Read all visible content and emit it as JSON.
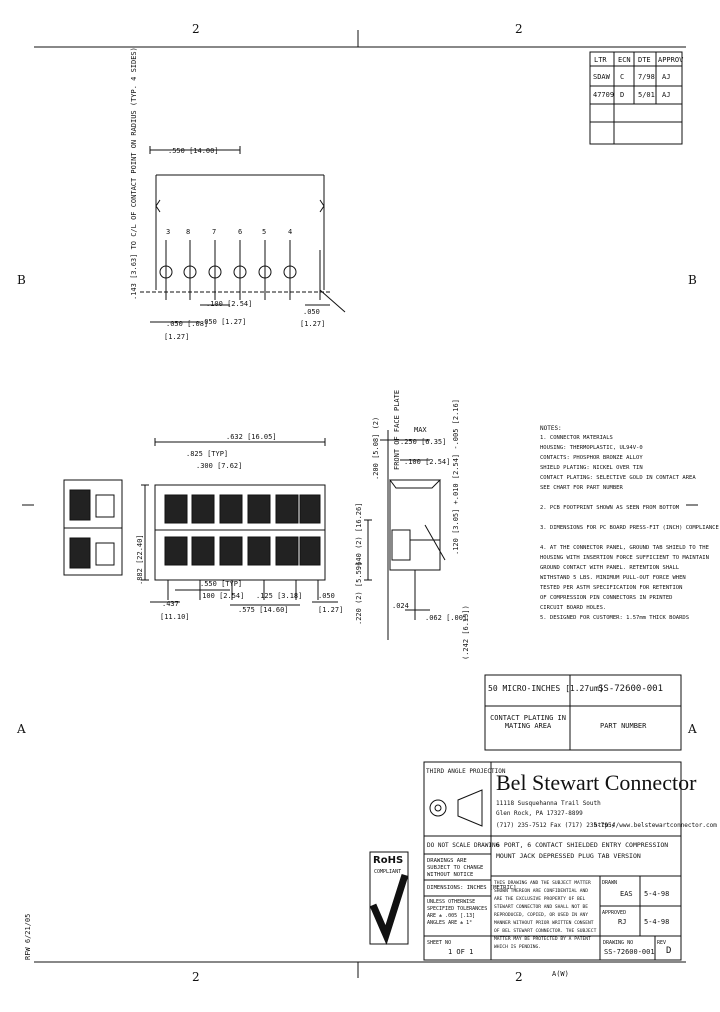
{
  "zones": {
    "top": "2",
    "bottom": "2",
    "left_upper": "B",
    "right_upper": "B",
    "left_lower": "A",
    "right_lower": "A"
  },
  "rev_table": {
    "headers": [
      "LTR",
      "ECN",
      "DTE",
      "APPROV"
    ],
    "rows": [
      [
        "SDAW",
        "C",
        "7/98",
        "AJ"
      ],
      [
        "47709",
        "D",
        "5/01",
        "AJ"
      ]
    ]
  },
  "top_view": {
    "callout_radius": ".143 [3.63] TO C/L OF CONTACT POINT ON RADIUS (TYP. 4 SIDES)",
    "dim_top": ".550 [14.00]",
    "pin_labels": [
      "8",
      "7",
      "6",
      "5",
      "4",
      "3"
    ],
    "dim_100": ".100 [2.54]",
    "dim_050": ".050 [1.27]",
    "dim_left": ".050 [.08]",
    "dim_left_mm": "[1.27]",
    "dim_right": ".050",
    "dim_right_mm": "[1.27]"
  },
  "front_view": {
    "dim_width": ".632 [16.05]",
    "dim_typ1": ".825 [TYP]",
    "dim_typ2": ".300 [7.62]",
    "dim_height": ".882 [22.40]",
    "dim_typ3": ".550 [TYP]",
    "dim_b1": ".100 [2.54]",
    "dim_b2": ".125 [3.18]",
    "dim_b3": ".575 [14.60]",
    "dim_left": ".437",
    "dim_left_mm": "[11.10]",
    "dim_right": ".050",
    "dim_right_mm": "[1.27]"
  },
  "side_view": {
    "face_plate": "FRONT OF FACE PLATE",
    "dim_max": "MAX",
    "dim_250": ".250 [6.35]",
    "dim_200": ".200 [5.08] (2)",
    "dim_100": ".100 [2.54]",
    "dim_640": ".640 (2) [16.26]",
    "dim_220": ".220 (2) [5.59]",
    "dim_o24": ".024",
    "dim_062": ".062 [.00]",
    "dim_tol": ".120 [3.05] +.010 [2.54] -.005 [2.16]",
    "dim_242": "(.242 [6.15])"
  },
  "notes": {
    "title": "NOTES:",
    "lines": [
      "1. CONNECTOR MATERIALS",
      "   HOUSING: THERMOPLASTIC, UL94V-0",
      "   CONTACTS: PHOSPHOR BRONZE ALLOY",
      "   SHIELD PLATING: NICKEL OVER TIN",
      "   CONTACT PLATING: SELECTIVE GOLD IN CONTACT AREA",
      "   SEE CHART FOR PART NUMBER",
      "",
      "2. PCB FOOTPRINT SHOWN AS SEEN FROM BOTTOM",
      "",
      "3. DIMENSIONS FOR PC BOARD PRESS-FIT (INCH) COMPLIANCE",
      "",
      "4. AT THE CONNECTOR PANEL, GROUND TAB SHIELD TO THE",
      "   HOUSING WITH INSERTION FORCE SUFFICIENT TO MAINTAIN",
      "   GROUND CONTACT WITH PANEL. RETENTION SHALL",
      "   WITHSTAND 5 LBS. MINIMUM PULL-OUT FORCE WHEN",
      "   TESTED PER ASTM SPECIFICATION FOR RETENTION",
      "   OF COMPRESSION PIN CONNECTORS IN PRINTED",
      "   CIRCUIT BOARD HOLES.",
      "5. DESIGNED FOR CUSTOMER: 1.57mm THICK BOARDS"
    ]
  },
  "part_table": {
    "plating_value": "50 MICRO-INCHES [1.27um]",
    "part_value": "SS-72600-001",
    "plating_header": "CONTACT PLATING IN MATING AREA",
    "part_header": "PART NUMBER"
  },
  "title_block": {
    "projection": "THIRD ANGLE PROJECTION",
    "company": "Bel Stewart Connector",
    "address1": "11118 Susquehanna Trail South",
    "address2": "Glen Rock, PA 17327-8899",
    "phone": "(717) 235-7512   Fax (717) 235-7954",
    "website": "http://www.belstewartconnector.com",
    "no_scale": "DO NOT SCALE DRAWING",
    "subject_change": "DRAWINGS ARE SUBJECT TO CHANGE WITHOUT NOTICE",
    "dimensions": "DIMENSIONS: INCHES [METRIC]",
    "tolerances": "UNLESS OTHERWISE SPECIFIED TOLERANCES ARE ± .005 [.13] ANGLES ARE ± 1°",
    "title": "6 PORT, 6 CONTACT SHIELDED ENTRY COMPRESSION MOUNT JACK DEPRESSED PLUG TAB VERSION",
    "proprietary": "THIS DRAWING AND THE SUBJECT MATTER SHOWN THEREON ARE CONFIDENTIAL AND ARE THE EXCLUSIVE PROPERTY OF BEL STEWART CONNECTOR AND SHALL NOT BE REPRODUCED, COPIED, OR USED IN ANY MANNER WITHOUT PRIOR WRITTEN CONSENT OF BEL STEWART CONNECTOR. THE SUBJECT MATTER MAY BE PROTECTED BY A PATENT WHICH IS PENDING.",
    "drawn_label": "DRAWN",
    "drawn_by": "EAS",
    "drawn_date": "5-4-98",
    "approved_label": "APPROVED",
    "approved_by": "RJ",
    "approved_date": "5-4-98",
    "sheet_label": "SHEET NO",
    "sheet": "1 OF 1",
    "drawing_label": "DRAWING NO",
    "drawing_no": "SS-72600-001",
    "rev_label": "REV",
    "rev": "D",
    "size": "A(W)"
  },
  "rohs": {
    "label": "RoHS",
    "sub": "COMPLIANT"
  },
  "side_stamp": "RFW 6/21/05"
}
